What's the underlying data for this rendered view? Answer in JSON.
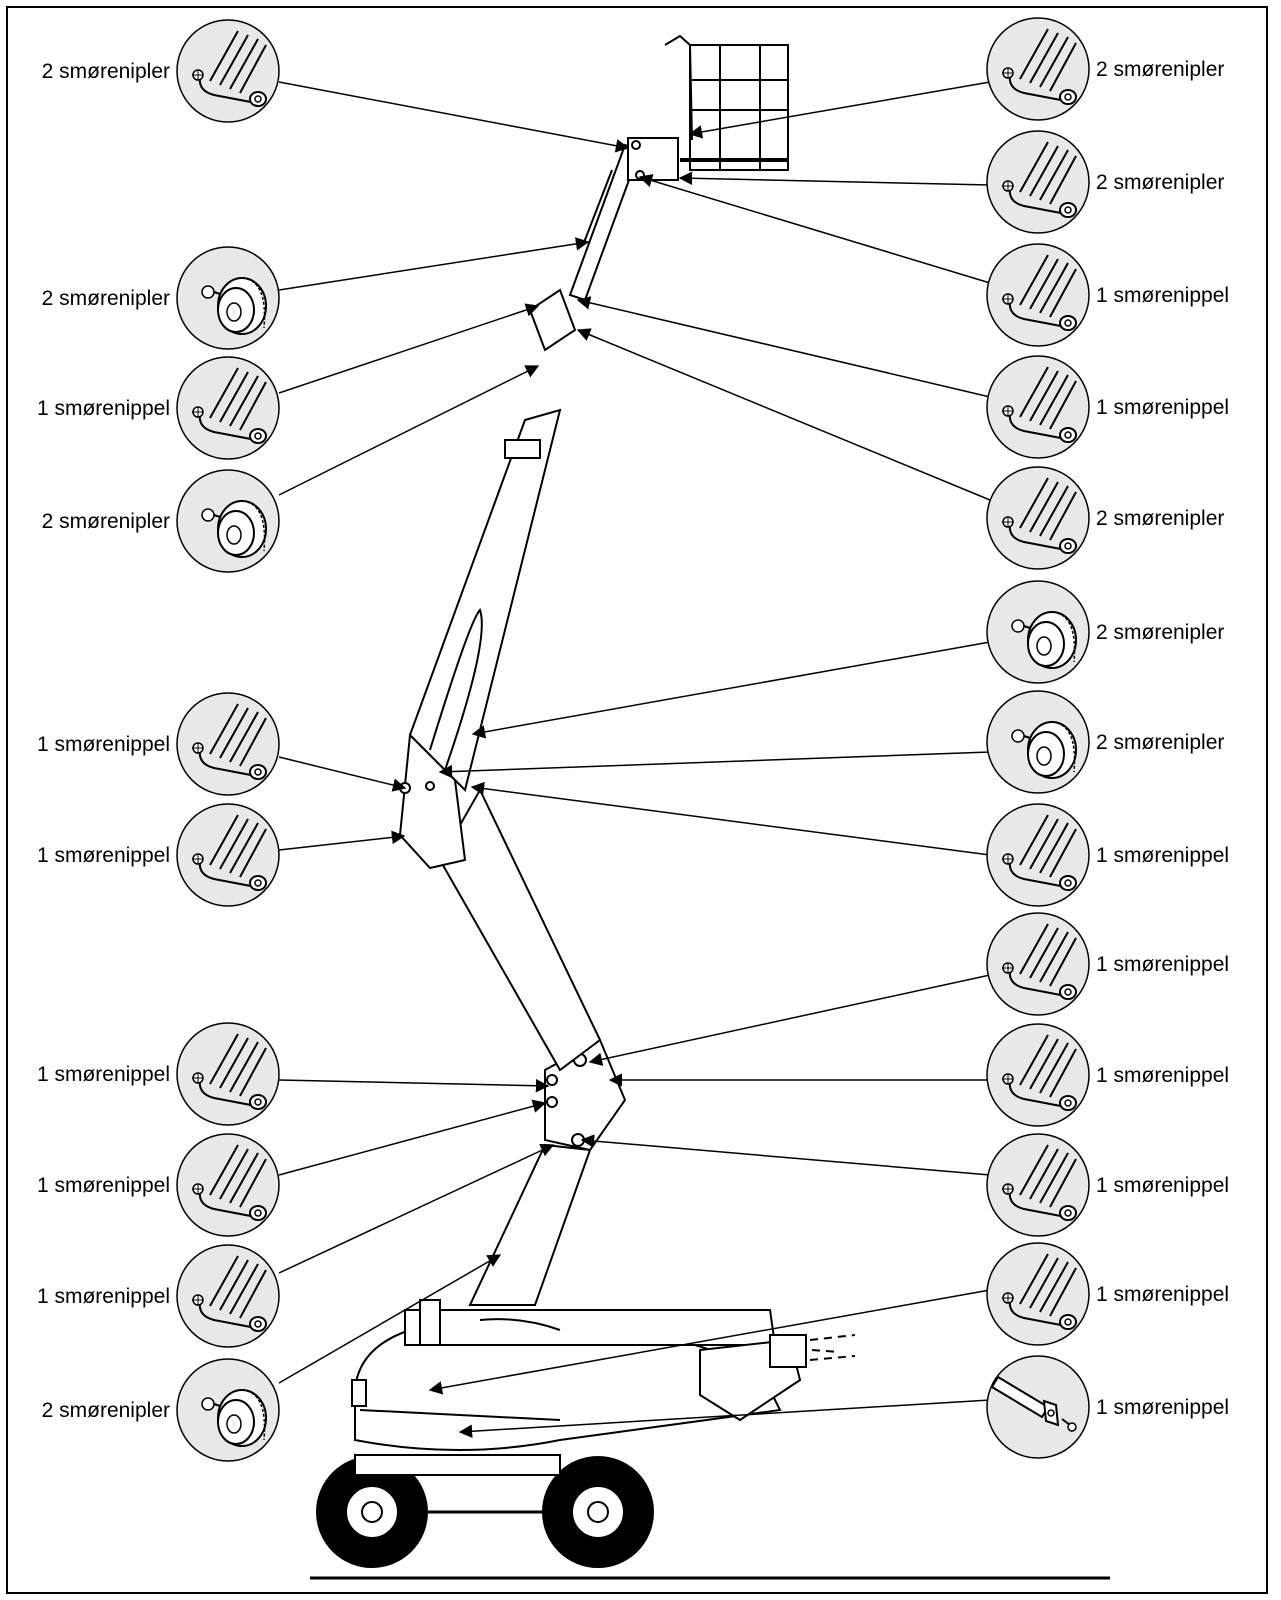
{
  "labels": {
    "two_nipples": "2 smørenipler",
    "one_nipple": "1 smørenippel"
  },
  "callouts_left": [
    {
      "id": "L1",
      "text": "2 smørenipler",
      "icon": "pin-grease-nipple-icon"
    },
    {
      "id": "L2",
      "text": "2 smørenipler",
      "icon": "bushing-grease-nipple-icon"
    },
    {
      "id": "L3",
      "text": "1 smørenippel",
      "icon": "pin-grease-nipple-icon"
    },
    {
      "id": "L4",
      "text": "2 smørenipler",
      "icon": "bushing-grease-nipple-icon"
    },
    {
      "id": "L5",
      "text": "1 smørenippel",
      "icon": "pin-grease-nipple-icon"
    },
    {
      "id": "L6",
      "text": "1 smørenippel",
      "icon": "pin-grease-nipple-icon"
    },
    {
      "id": "L7",
      "text": "1 smørenippel",
      "icon": "pin-grease-nipple-icon"
    },
    {
      "id": "L8",
      "text": "1 smørenippel",
      "icon": "pin-grease-nipple-icon"
    },
    {
      "id": "L9",
      "text": "1 smørenippel",
      "icon": "pin-grease-nipple-icon"
    },
    {
      "id": "L10",
      "text": "2 smørenipler",
      "icon": "bushing-grease-nipple-icon"
    }
  ],
  "callouts_right": [
    {
      "id": "R1",
      "text": "2 smørenipler",
      "icon": "pin-grease-nipple-icon"
    },
    {
      "id": "R2",
      "text": "2 smørenipler",
      "icon": "pin-grease-nipple-icon"
    },
    {
      "id": "R3",
      "text": "1 smørenippel",
      "icon": "pin-grease-nipple-icon"
    },
    {
      "id": "R4",
      "text": "1 smørenippel",
      "icon": "pin-grease-nipple-icon"
    },
    {
      "id": "R5",
      "text": "2 smørenipler",
      "icon": "pin-grease-nipple-icon"
    },
    {
      "id": "R6",
      "text": "2 smørenipler",
      "icon": "bushing-grease-nipple-icon"
    },
    {
      "id": "R7",
      "text": "2 smørenipler",
      "icon": "bushing-grease-nipple-icon"
    },
    {
      "id": "R8",
      "text": "1 smørenippel",
      "icon": "pin-grease-nipple-icon"
    },
    {
      "id": "R9",
      "text": "1 smørenippel",
      "icon": "pin-grease-nipple-icon"
    },
    {
      "id": "R10",
      "text": "1 smørenippel",
      "icon": "pin-grease-nipple-icon"
    },
    {
      "id": "R11",
      "text": "1 smørenippel",
      "icon": "pin-grease-nipple-icon"
    },
    {
      "id": "R12",
      "text": "1 smørenippel",
      "icon": "pin-grease-nipple-icon"
    },
    {
      "id": "R13",
      "text": "1 smørenippel",
      "icon": "axle-grease-nipple-icon"
    }
  ],
  "colors": {
    "circle_fill": "#e8e8e8",
    "line": "#000000",
    "background": "#ffffff"
  }
}
